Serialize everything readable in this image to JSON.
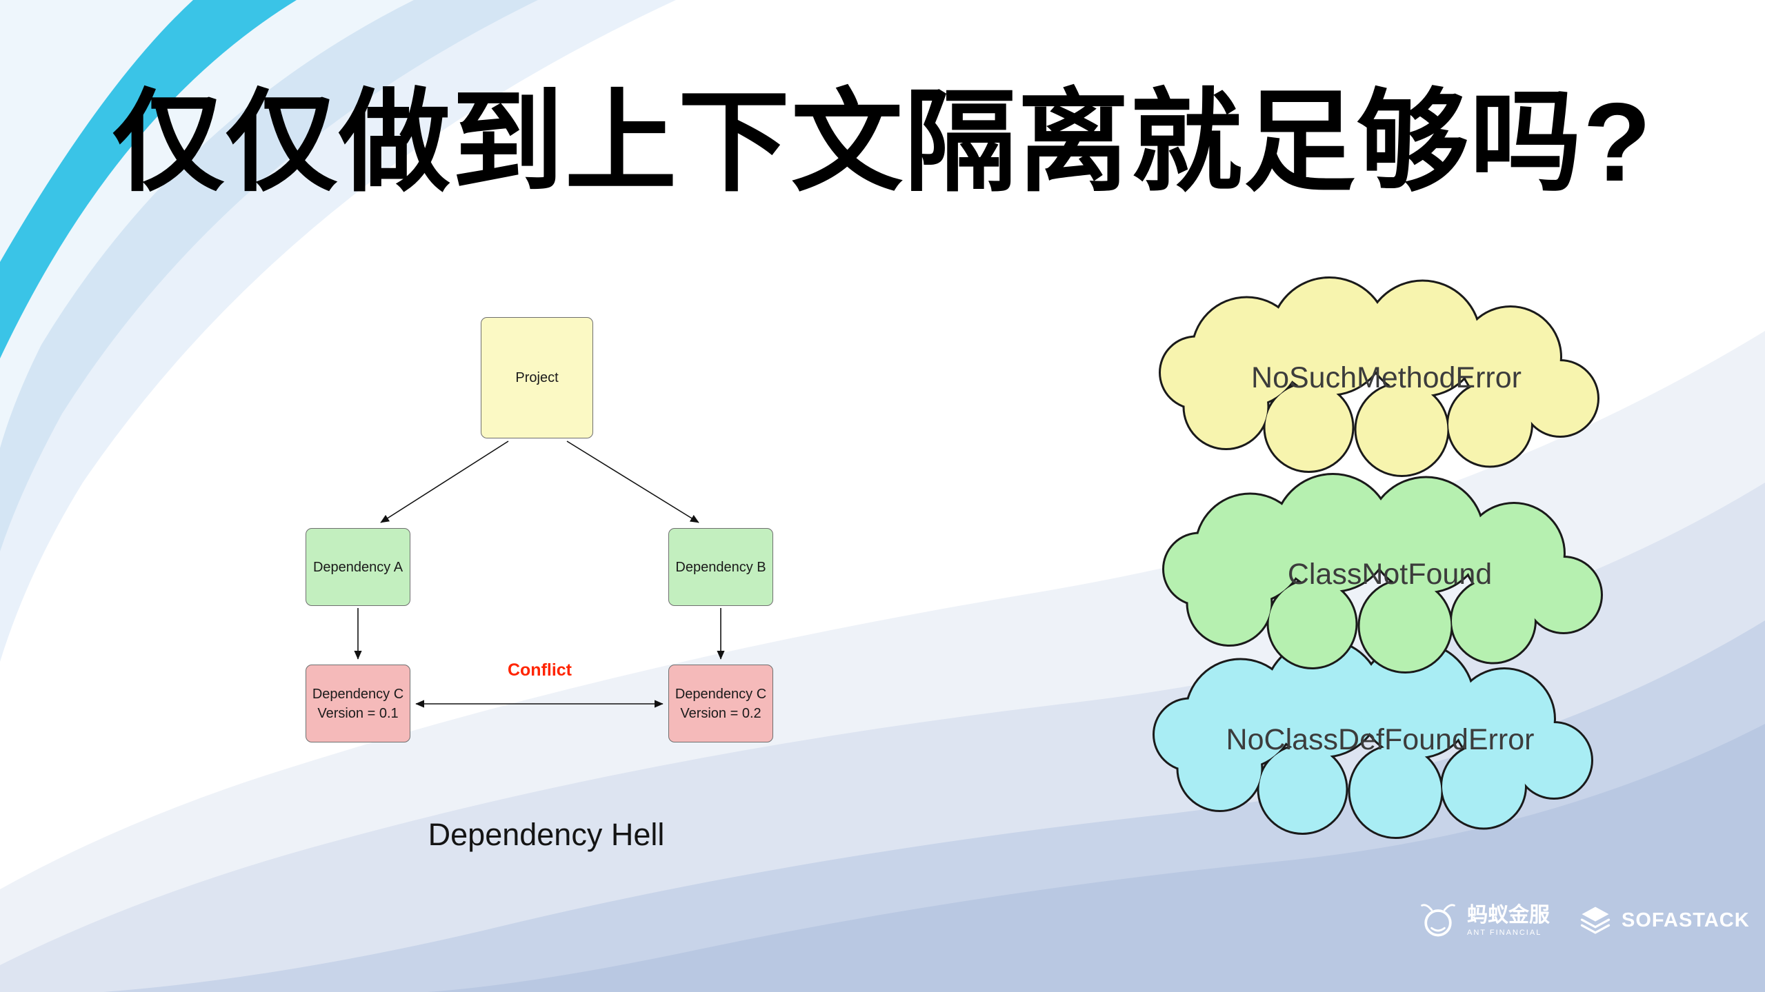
{
  "slide": {
    "title": "仅仅做到上下文隔离就足够吗?",
    "caption": "Dependency Hell"
  },
  "diagram": {
    "nodes": {
      "project": {
        "label": "Project"
      },
      "dependency_a": {
        "label": "Dependency A"
      },
      "dependency_b": {
        "label": "Dependency B"
      },
      "dependency_c_v1": {
        "label": "Dependency C",
        "version": "Version = 0.1"
      },
      "dependency_c_v2": {
        "label": "Dependency C",
        "version": "Version = 0.2"
      }
    },
    "conflict_label": "Conflict",
    "colors": {
      "project_fill": "#fbf9c4",
      "dependency_fill": "#c3efbf",
      "conflict_fill": "#f5baba",
      "conflict_text": "#ff2400"
    }
  },
  "clouds": [
    {
      "label": "NoSuchMethodError",
      "color": "#f7f4ae"
    },
    {
      "label": "ClassNotFound",
      "color": "#b6f0b0"
    },
    {
      "label": "NoClassDefFoundError",
      "color": "#a9edf4"
    }
  ],
  "footer": {
    "ant_text": "蚂蚁金服",
    "ant_subtext": "ANT FINANCIAL",
    "sofa_text": "SOFASTACK"
  }
}
